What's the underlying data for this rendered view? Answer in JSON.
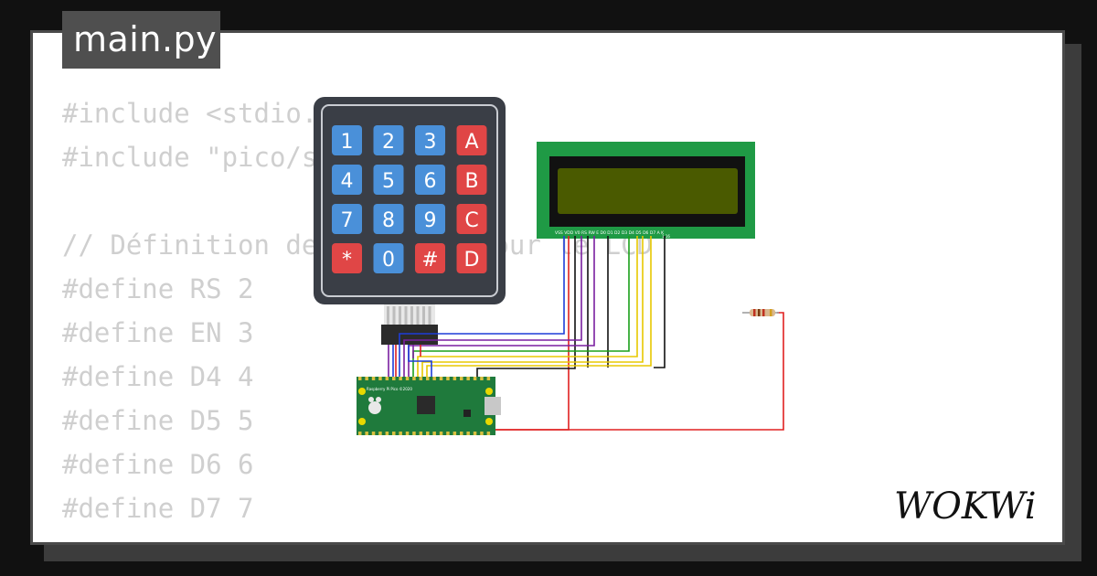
{
  "tab": {
    "filename": "main.py"
  },
  "code": {
    "lines": [
      "#include <stdio.h>",
      "#include \"pico/stdlib.h\"",
      "",
      "// Définition des broches pour le LCD",
      "#define RS 2",
      "#define EN 3",
      "#define D4 4",
      "#define D5 5",
      "#define D6 6",
      "#define D7 7"
    ]
  },
  "keypad": {
    "rows": [
      [
        "1",
        "2",
        "3",
        "A"
      ],
      [
        "4",
        "5",
        "6",
        "B"
      ],
      [
        "7",
        "8",
        "9",
        "C"
      ],
      [
        "*",
        "0",
        "#",
        "D"
      ]
    ],
    "blue": "#4a90d9",
    "red": "#e04646"
  },
  "lcd": {
    "pin_labels": "VSS VDD V0 RS RW E D0 D1 D2 D3 D4 D5 D6 D7 A K",
    "pin_numbers": "1 16"
  },
  "pico": {
    "label": "Raspberry Pi Pico ©2020"
  },
  "logo": {
    "text": "WOKWi"
  },
  "colors": {
    "pcb": "#1f7a3c",
    "lcd_screen": "#4a5a00",
    "wire_red": "#e02020"
  }
}
